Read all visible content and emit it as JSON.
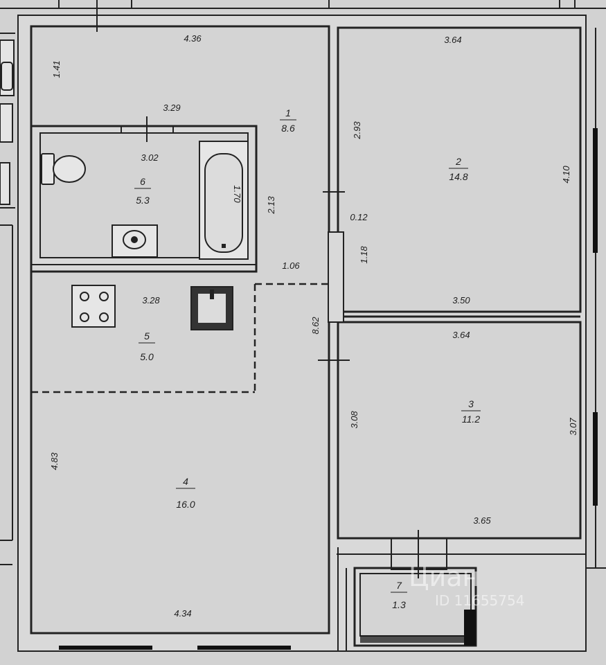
{
  "rooms": [
    {
      "id": "r1",
      "number": "1",
      "area": "8.6"
    },
    {
      "id": "r2",
      "number": "2",
      "area": "14.8"
    },
    {
      "id": "r3",
      "number": "3",
      "area": "11.2"
    },
    {
      "id": "r4",
      "number": "4",
      "area": "16.0"
    },
    {
      "id": "r5",
      "number": "5",
      "area": "5.0"
    },
    {
      "id": "r6",
      "number": "6",
      "area": "5.3"
    },
    {
      "id": "r7",
      "number": "7",
      "area": "1.3"
    }
  ],
  "dimensions": {
    "d436": "4.36",
    "d141": "1.41",
    "d329": "3.29",
    "d302": "3.02",
    "d170": "1.70",
    "d213": "2.13",
    "d106": "1.06",
    "d328": "3.28",
    "d862": "8.62",
    "d483": "4.83",
    "d434": "4.34",
    "d364a": "3.64",
    "d293": "2.93",
    "d410": "4.10",
    "d012": "0.12",
    "d118": "1.18",
    "d350": "3.50",
    "d364b": "3.64",
    "d308": "3.08",
    "d307": "3.07",
    "d365": "3.65"
  },
  "watermark": {
    "brand": "Циан",
    "id_text": "ID 11655754"
  }
}
